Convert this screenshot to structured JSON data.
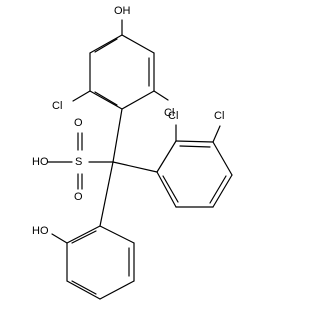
{
  "structure": {
    "labels": {
      "top_hydroxyl": "OH",
      "chloro_left": "Cl",
      "chloro_right": "Cl",
      "chloro_ring2_upper": "Cl",
      "chloro_ring2_lower": "Cl",
      "sulfonic_oxygen_upper": "O",
      "sulfonic_oxygen_lower": "O",
      "sulfonic_hydroxyl": "HO",
      "sulfur": "S",
      "phenol_hydroxyl": "HO"
    }
  }
}
